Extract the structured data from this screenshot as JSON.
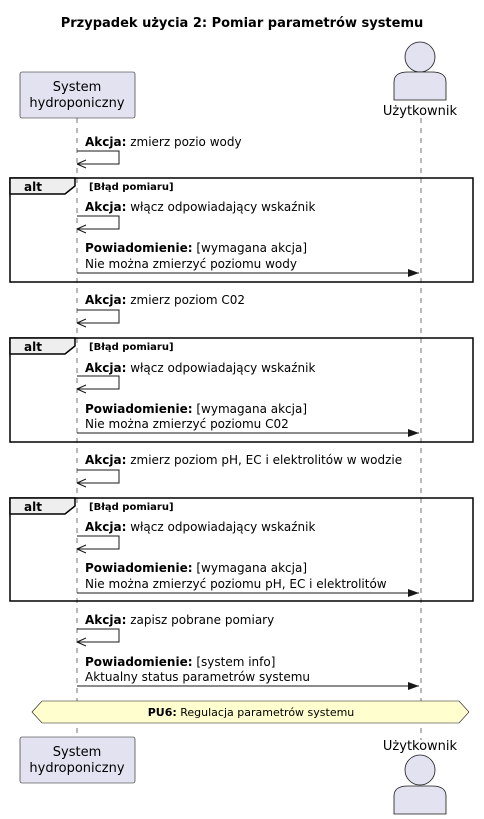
{
  "title": "Przypadek użycia 2: Pomiar parametrów systemu",
  "participants": {
    "system": {
      "line1": "System",
      "line2": "hydroponiczny"
    },
    "user": {
      "label": "Użytkownik"
    }
  },
  "steps": [
    {
      "bold": "Akcja:",
      "text": " zmierz pozio wody"
    },
    {
      "frame": "alt",
      "guard": "[Błąd pomiaru]",
      "action": {
        "bold": "Akcja:",
        "text": " włącz odpowiadający wskaźnik"
      },
      "notify": {
        "bold": "Powiadomienie:",
        "text": " [wymagana akcja]",
        "line2": "Nie można zmierzyć poziomu wody"
      }
    },
    {
      "bold": "Akcja:",
      "text": " zmierz poziom C02"
    },
    {
      "frame": "alt",
      "guard": "[Błąd pomiaru]",
      "action": {
        "bold": "Akcja:",
        "text": " włącz odpowiadający wskaźnik"
      },
      "notify": {
        "bold": "Powiadomienie:",
        "text": " [wymagana akcja]",
        "line2": "Nie można zmierzyć poziomu C02"
      }
    },
    {
      "bold": "Akcja:",
      "text": " zmierz poziom pH, EC i elektrolitów w wodzie"
    },
    {
      "frame": "alt",
      "guard": "[Błąd pomiaru]",
      "action": {
        "bold": "Akcja:",
        "text": " włącz odpowiadający wskaźnik"
      },
      "notify": {
        "bold": "Powiadomienie:",
        "text": " [wymagana akcja]",
        "line2": "Nie można zmierzyć poziomu pH, EC i elektrolitów"
      }
    },
    {
      "bold": "Akcja:",
      "text": " zapisz pobrane pomiary"
    },
    {
      "notify_final": {
        "bold": "Powiadomienie:",
        "text": " [system info]",
        "line2": "Aktualny status parametrów systemu"
      }
    }
  ],
  "reference": {
    "bold": "PU6:",
    "text": " Regulacja parametrów systemu"
  },
  "colors": {
    "participant_fill": "#e2e2f0",
    "participant_stroke": "#181818",
    "actor_fill": "#e2e2f0",
    "frame_header_fill": "#eeeeee",
    "reference_fill": "#fefece"
  }
}
